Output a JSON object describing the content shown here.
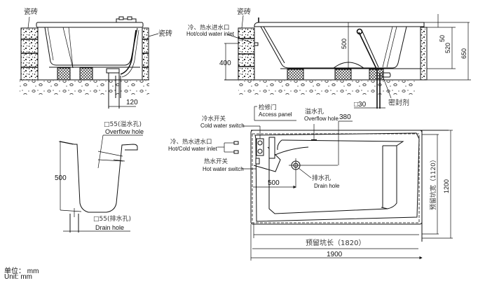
{
  "diagram": {
    "type": "bathtub-installation-drawing",
    "colors": {
      "line": "#111111",
      "text": "#111111",
      "background": "#ffffff"
    },
    "front_view": {
      "tile_label_left": "瓷砖",
      "tile_label_right": "瓷砖",
      "dim_drain_offset": "120"
    },
    "side_view": {
      "tile_label": "瓷砖",
      "inlet_label_cn": "冷、热水进水口",
      "inlet_label_en": "Hot/cold water inlet",
      "dim_inlet_height": "400",
      "dim_depth": "500",
      "dim_rim": "50",
      "dim_inner_height": "520",
      "dim_total_height": "650",
      "dim_pipe": "□30",
      "sealant_label": "密封剂"
    },
    "section_view": {
      "overflow_label_cn": "□55(溢水孔)",
      "overflow_label_en": "Overflow hole",
      "dim_depth": "500",
      "drain_label_cn": "□55(排水孔)",
      "drain_label_en": "Drain hole"
    },
    "plan_view": {
      "access_panel_cn": "检修门",
      "access_panel_en": "Access panel",
      "overflow_cn": "溢水孔",
      "overflow_en": "Overflow hole",
      "dim_overflow": "380",
      "cold_switch_cn": "冷水开关",
      "cold_switch_en": "Cold water switch",
      "inlet_cn": "冷、热水进水口",
      "inlet_en": "Hot/Cold water inlet",
      "hot_switch_cn": "热水开关",
      "hot_switch_en": "Hot water switch",
      "drain_cn": "排水孔",
      "drain_en": "Drain hole",
      "dim_drain": "500",
      "pit_length": "预留坑长（1820）",
      "total_length": "1900",
      "pit_width": "预留坑宽（1120）",
      "total_width": "1200"
    },
    "unit": {
      "cn": "单位： mm",
      "en": "Unit: mm"
    }
  }
}
